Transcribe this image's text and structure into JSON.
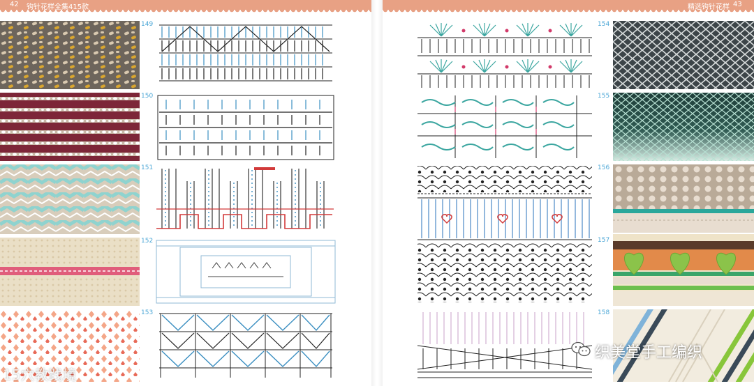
{
  "header": {
    "left_page_number": "42",
    "left_book_title": "钩针花样全集415款",
    "right_section_title": "精选钩针花样",
    "right_page_number": "43"
  },
  "patterns": [
    {
      "number": "149",
      "swatch": [
        "#6d655c",
        "#d9c9b0",
        "#d9a62f"
      ]
    },
    {
      "number": "150",
      "swatch": [
        "#7d2638",
        "#c9b9a8",
        "#ffffff"
      ]
    },
    {
      "number": "151",
      "swatch": [
        "#d8cdbb",
        "#8fd3cf",
        "#ffffff"
      ]
    },
    {
      "number": "152",
      "swatch": [
        "#eadfc6",
        "#e05d7b",
        "#ffffff"
      ]
    },
    {
      "number": "153",
      "swatch": [
        "#f4a688",
        "#ffffff",
        "#e86a58"
      ]
    },
    {
      "number": "154",
      "swatch": [
        "#3c4448",
        "#d8dcdc",
        "#ffffff"
      ]
    },
    {
      "number": "155",
      "swatch": [
        "#1f3e3a",
        "#b7e0d2",
        "#eaf4ef"
      ]
    },
    {
      "number": "156",
      "swatch": [
        "#b9aa98",
        "#e8ddd0",
        "#2aa79b"
      ]
    },
    {
      "number": "157",
      "swatch": [
        "#f1e6cc",
        "#8bc34a",
        "#e28a4a"
      ]
    },
    {
      "number": "158",
      "swatch": [
        "#f2ecdf",
        "#88c63a",
        "#7fb3d9"
      ]
    }
  ],
  "watermarks": {
    "bottom_left": "15穴教践境",
    "bottom_right": "织美堂手工编织"
  }
}
